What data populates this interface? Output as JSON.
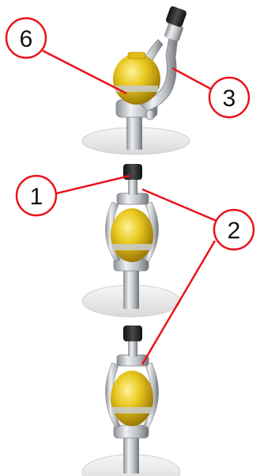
{
  "callouts": {
    "c6": "6",
    "c3": "3",
    "c1": "1",
    "c2": "2"
  },
  "colors": {
    "callout_red": "#e8141b",
    "bulb_yellow": "#e3c21d",
    "bulb_shadow": "#a9860a",
    "metal": "#c9cccf",
    "metal_dark": "#7d8186",
    "knob": "#2a2a2a",
    "base": "#eeeeee"
  },
  "figures": [
    {
      "id": "top",
      "state": "tilted-open"
    },
    {
      "id": "middle",
      "state": "closed"
    },
    {
      "id": "bottom",
      "state": "closed"
    }
  ]
}
